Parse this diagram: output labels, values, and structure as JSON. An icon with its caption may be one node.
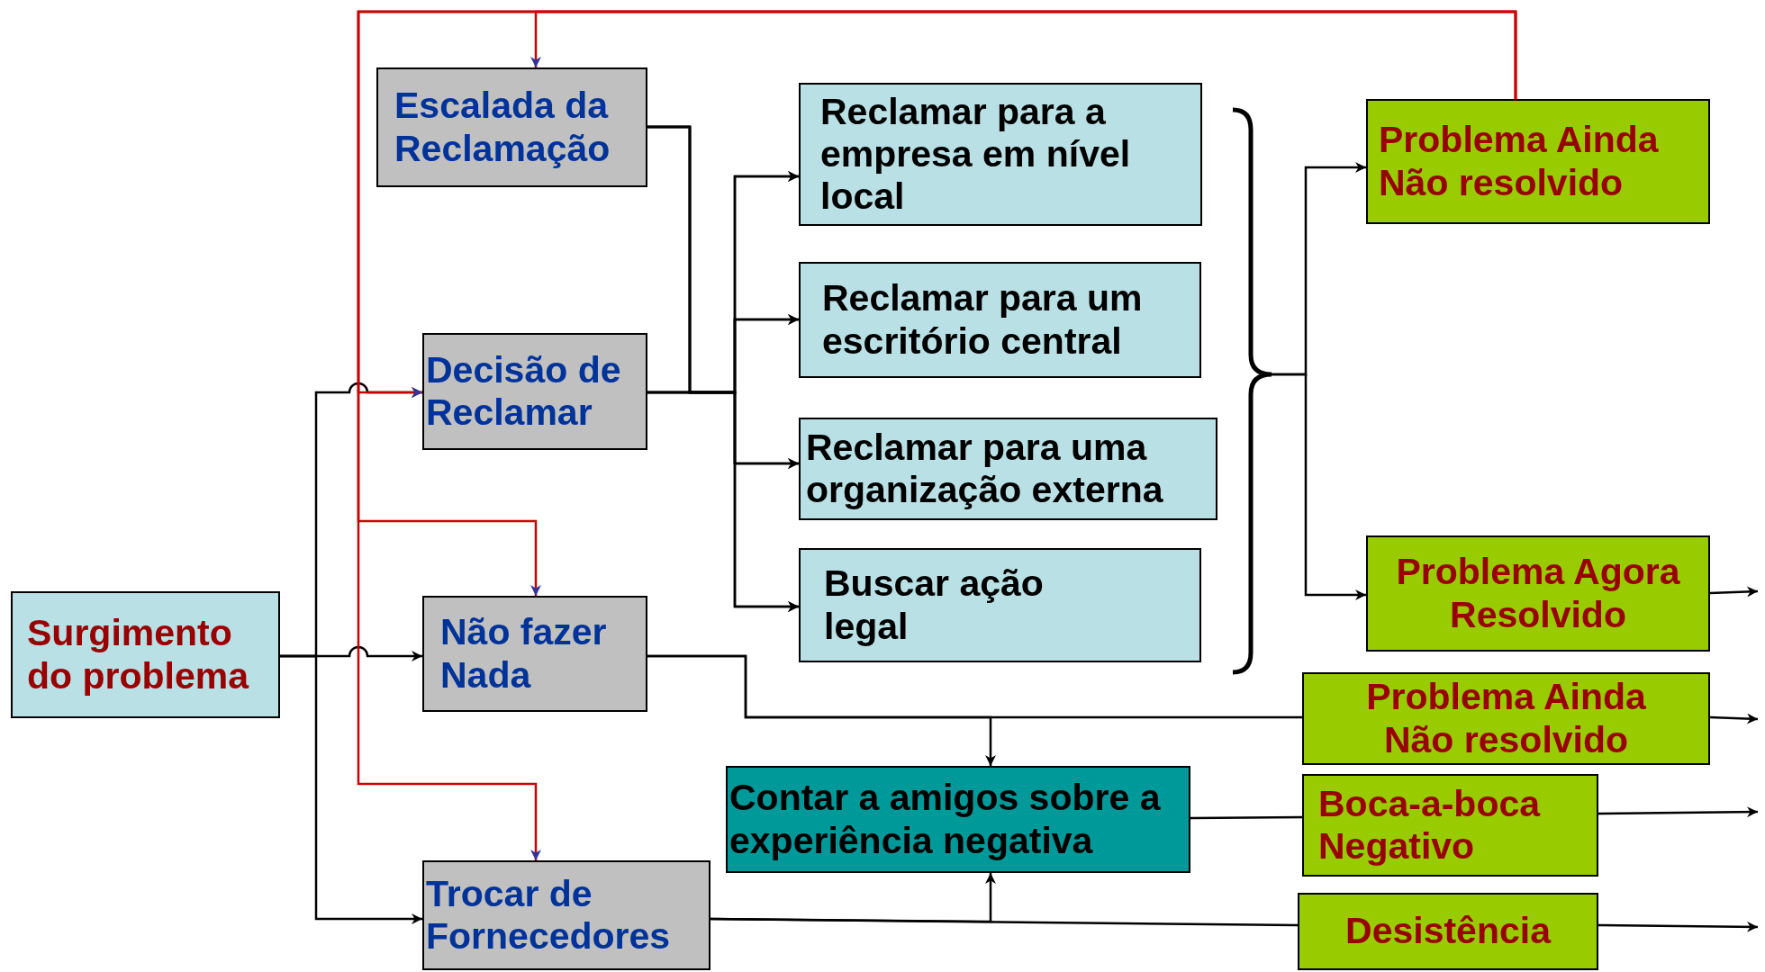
{
  "diagram": {
    "nodes": [
      {
        "text": [
          "Surgimento do problema"
        ]
      },
      {
        "text": [
          "Escalada da Reclamação"
        ]
      },
      {
        "text": [
          "Decisão de Reclamar"
        ]
      },
      {
        "text": [
          "Não fazer Nada"
        ]
      },
      {
        "text": [
          "Trocar de Fornecedores"
        ]
      },
      {
        "text": [
          "Reclamar para a empresa em nível local"
        ]
      },
      {
        "text": [
          "Reclamar para um escritório central"
        ]
      },
      {
        "text": [
          "Reclamar para uma organização externa"
        ]
      },
      {
        "text": [
          "Buscar ação legal"
        ]
      },
      {
        "text": [],
        "shape": "brace"
      },
      {
        "text": [
          "Problema Ainda Não resolvido"
        ]
      },
      {
        "text": [
          "Problema Agora Resolvido"
        ]
      },
      {
        "text": [
          "Problema Ainda Não resolvido"
        ]
      },
      {
        "text": [
          "Contar a amigos sobre a experiência negativa"
        ]
      },
      {
        "text": [
          "Boca-a-boca Negativo"
        ]
      },
      {
        "text": [
          "Desistência"
        ]
      }
    ],
    "edges": [
      {
        "from": 0,
        "to": 2,
        "arrow": "to"
      },
      {
        "from": 0,
        "to": 3,
        "arrow": "to"
      },
      {
        "from": 0,
        "to": 4,
        "arrow": "to"
      },
      {
        "from": 2,
        "to": 5,
        "arrow": "to"
      },
      {
        "from": 2,
        "to": 6,
        "arrow": "to"
      },
      {
        "from": 2,
        "to": 7,
        "arrow": "to"
      },
      {
        "from": 2,
        "to": 8,
        "arrow": "to"
      },
      {
        "from": 1,
        "to": 5,
        "arrow": "to"
      },
      {
        "from": 1,
        "to": 6,
        "arrow": "to"
      },
      {
        "from": 1,
        "to": 7,
        "arrow": "to"
      },
      {
        "from": 1,
        "to": 8,
        "arrow": "to"
      },
      {
        "from": 9,
        "to": 10,
        "arrow": "to"
      },
      {
        "from": 9,
        "to": 11,
        "arrow": "to"
      },
      {
        "from": 10,
        "to": 1,
        "arrow": "to",
        "color": "#cc0000"
      },
      {
        "from": 10,
        "to": 2,
        "arrow": "to",
        "color": "#cc0000"
      },
      {
        "from": 10,
        "to": 3,
        "arrow": "to",
        "color": "#cc0000"
      },
      {
        "from": 10,
        "to": 4,
        "arrow": "to",
        "color": "#cc0000"
      },
      {
        "from": 3,
        "to": 12,
        "arrow": "none"
      },
      {
        "from": 3,
        "to": 13,
        "arrow": "to"
      },
      {
        "from": 4,
        "to": 15,
        "arrow": "none"
      },
      {
        "from": 4,
        "to": 13,
        "arrow": "to"
      },
      {
        "from": 13,
        "to": 14,
        "arrow": "none"
      },
      {
        "from": 11,
        "to": null,
        "arrow": "to"
      },
      {
        "from": 12,
        "to": null,
        "arrow": "to"
      },
      {
        "from": 14,
        "to": null,
        "arrow": "to"
      },
      {
        "from": 15,
        "to": null,
        "arrow": "to"
      }
    ]
  }
}
